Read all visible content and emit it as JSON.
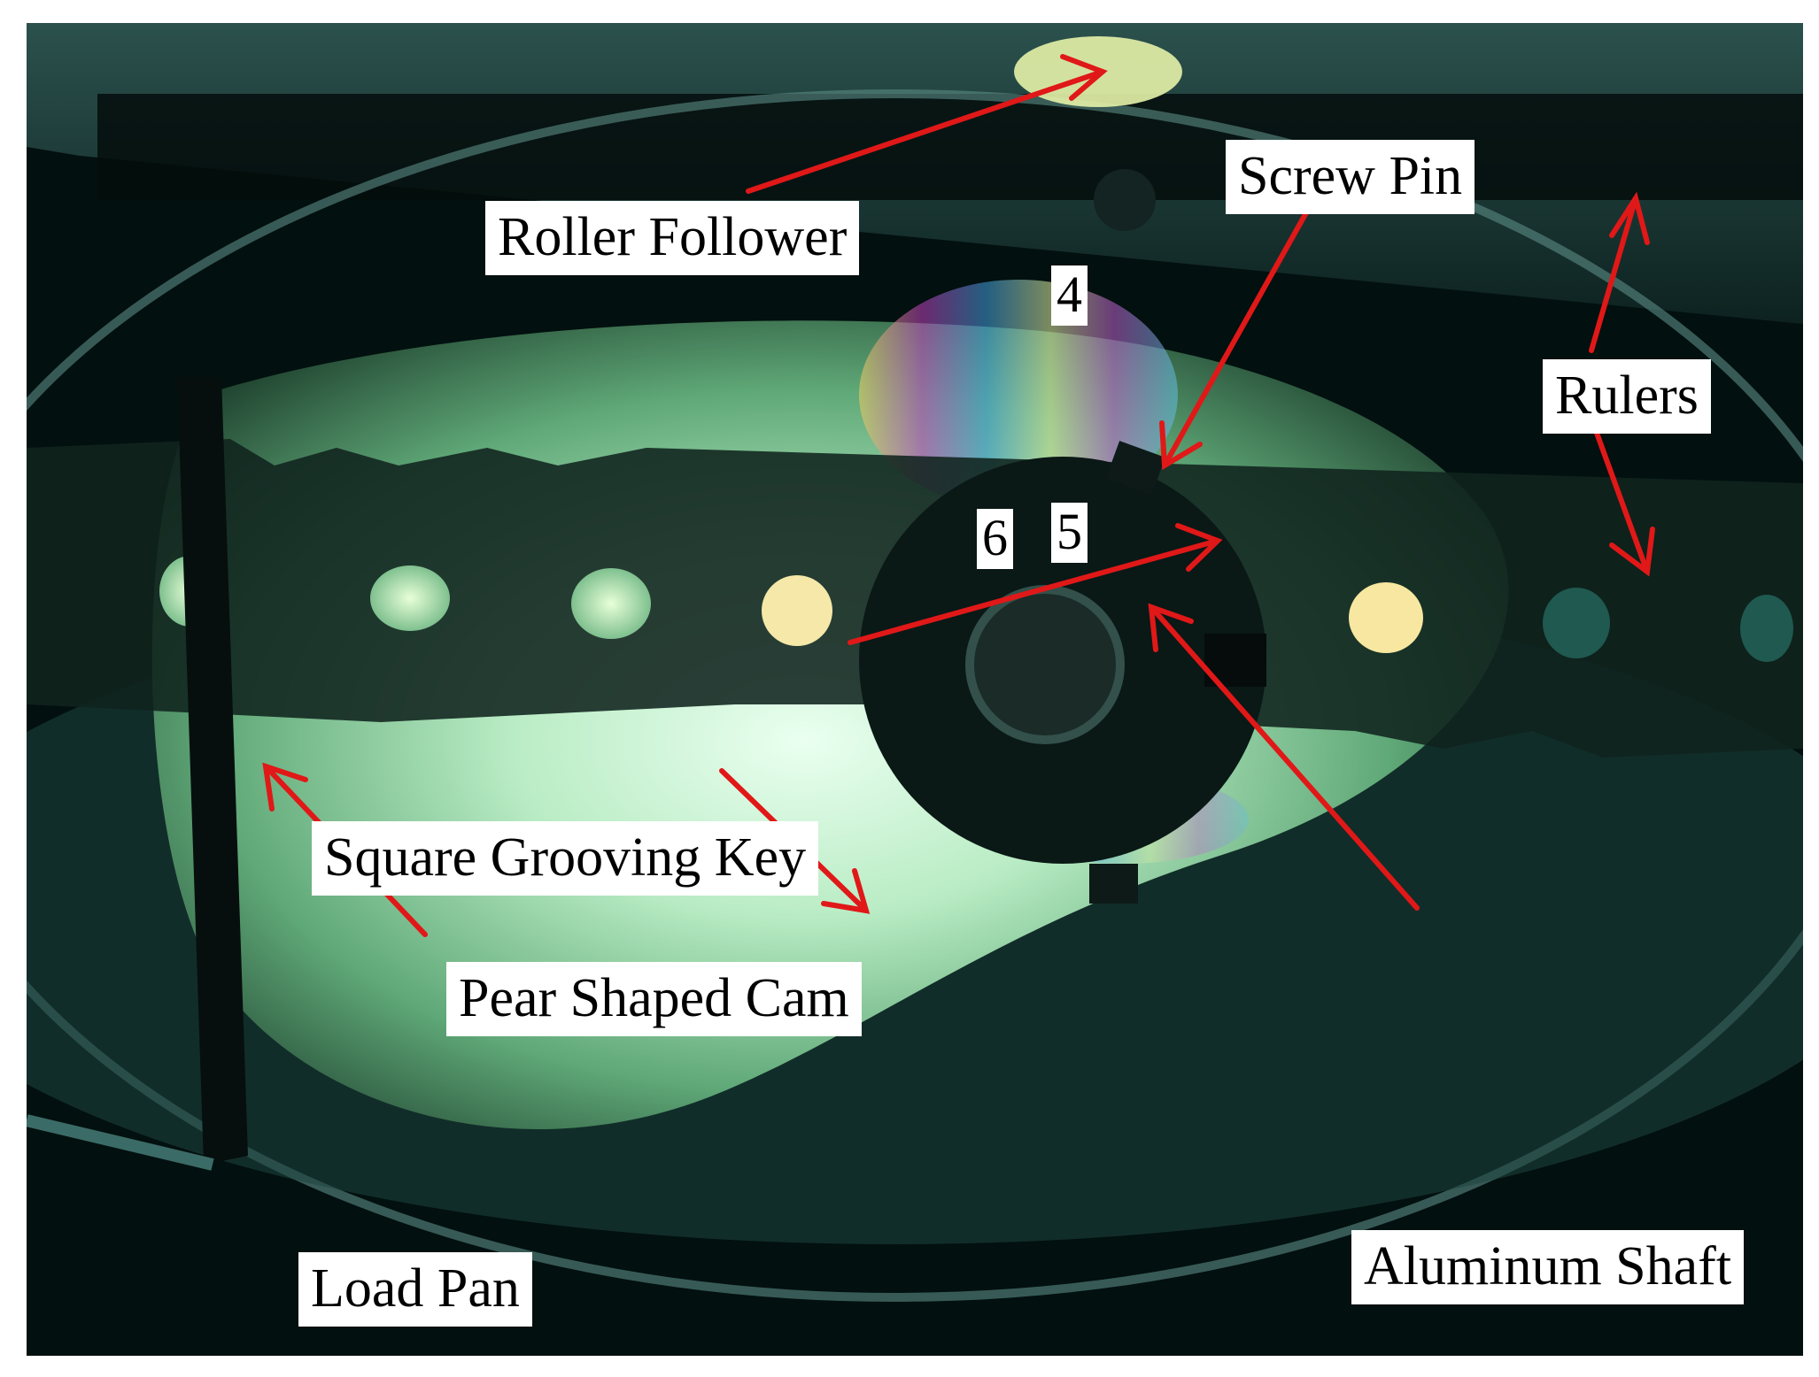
{
  "image": {
    "subject": "photoelastic-cam-test-rig",
    "colors": {
      "background": "#02100f",
      "cam_glow": "#7fd39a",
      "ruler_dark": "#10231e",
      "annotation_arrow": "#e01818",
      "label_bg": "#ffffff",
      "label_text": "#000000"
    }
  },
  "labels": {
    "roller_follower": "Roller Follower",
    "screw_pin": "Screw Pin",
    "rulers": "Rulers",
    "square_grooving_key": "Square Grooving Key",
    "pear_shaped_cam": "Pear Shaped Cam",
    "load_pan": "Load Pan",
    "aluminum_shaft": "Aluminum Shaft"
  },
  "points": {
    "p4": "4",
    "p5": "5",
    "p6": "6"
  }
}
